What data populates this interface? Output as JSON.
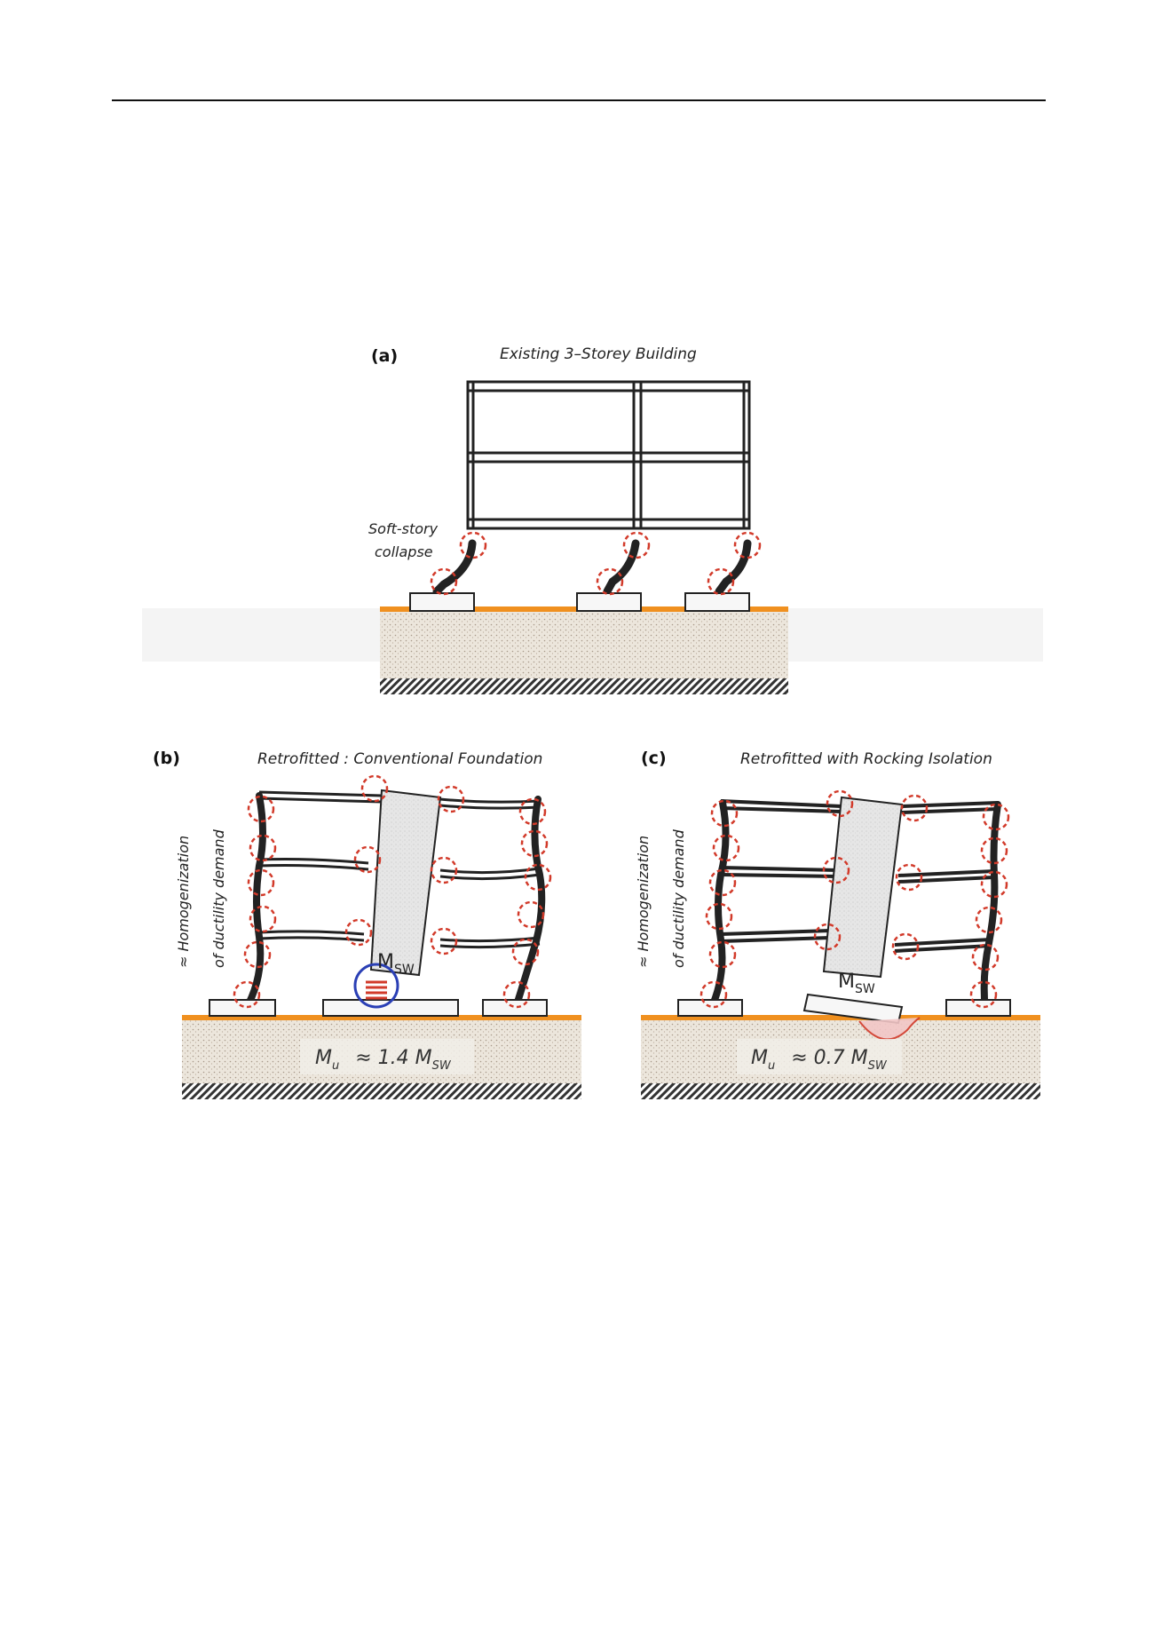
{
  "panels": {
    "a": {
      "label": "(a)",
      "title": "Existing 3–Storey Building",
      "note_line1": "Soft-story",
      "note_line2": "collapse"
    },
    "b": {
      "label": "(b)",
      "title": "Retrofitted : Conventional Foundation",
      "side_line1": "≈ Homogenization",
      "side_line2": "of ductility  demand",
      "wall_moment": "M",
      "wall_moment_sub": "SW",
      "capacity_prefix": "M",
      "capacity_prefix_sub": "u",
      "capacity_relation": "≈ 1.4 M",
      "capacity_relation_sub": "SW"
    },
    "c": {
      "label": "(c)",
      "title": "Retrofitted with Rocking Isolation",
      "side_line1": "≈ Homogenization",
      "side_line2": "of ductility  demand",
      "wall_moment": "M",
      "wall_moment_sub": "SW",
      "capacity_prefix": "M",
      "capacity_prefix_sub": "u",
      "capacity_relation": "≈ 0.7 M",
      "capacity_relation_sub": "SW"
    }
  },
  "colors": {
    "ground_line": "#f0901f",
    "hinge": "#d23a2a",
    "blue_circle": "#2a3fb5",
    "soil": "#e9e2d8",
    "wall": "#e4e4e4"
  }
}
